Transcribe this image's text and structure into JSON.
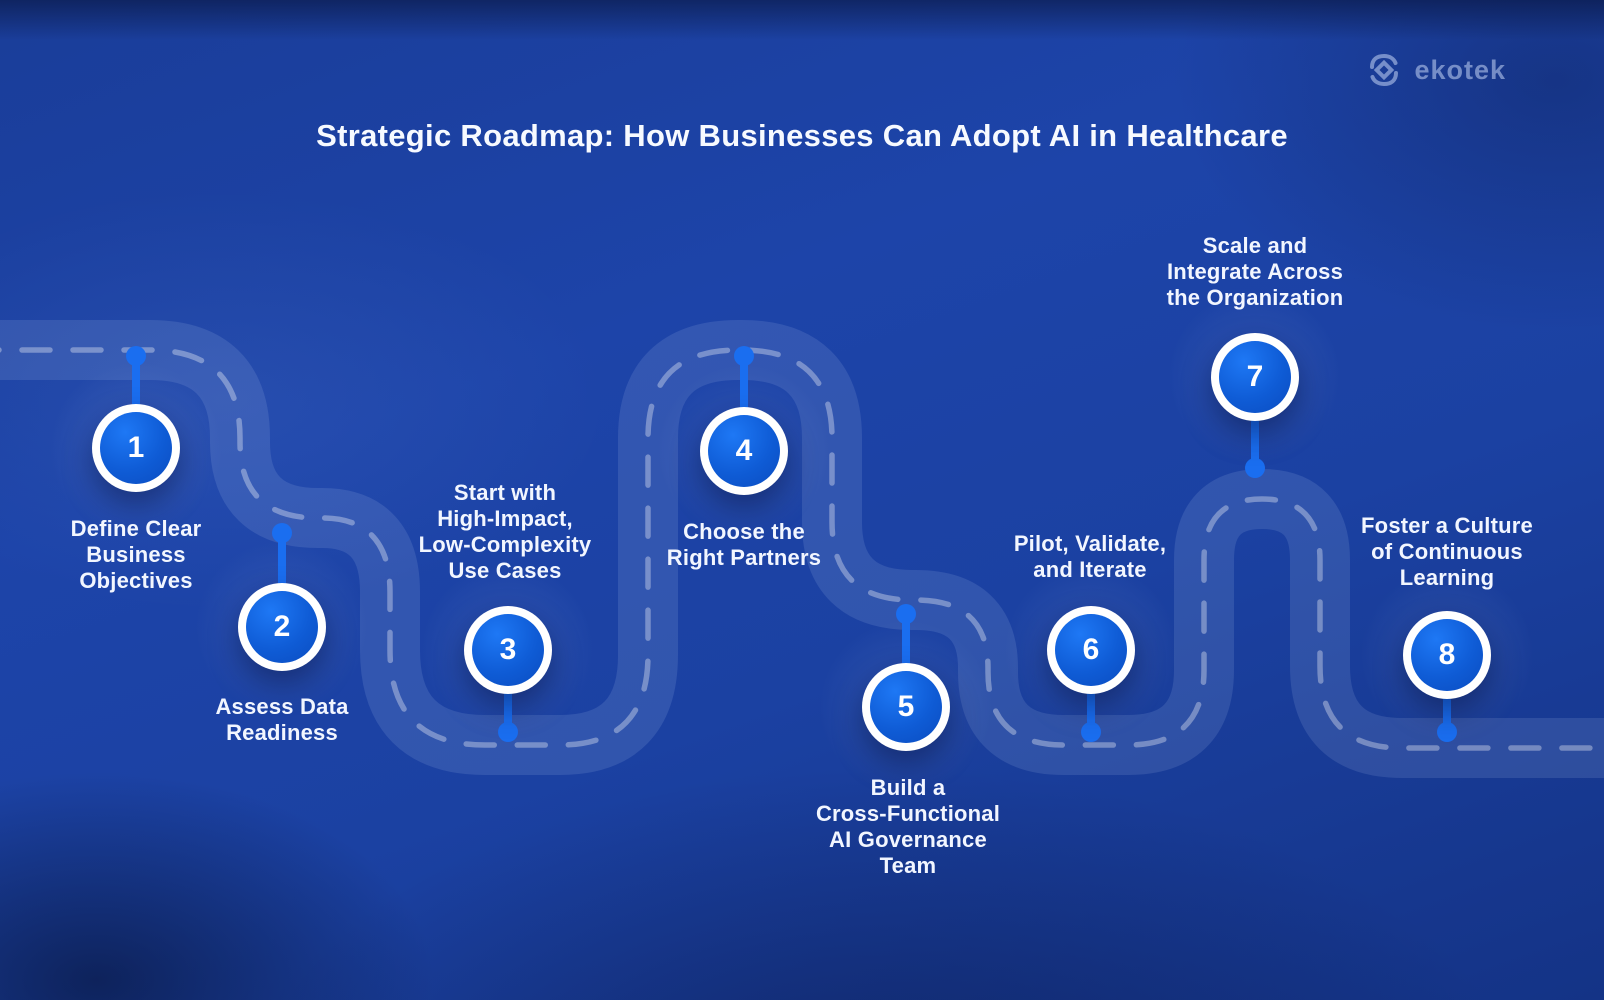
{
  "header": {
    "title": "Strategic Roadmap: How Businesses Can Adopt AI in Healthcare"
  },
  "brand": {
    "name": "ekotek"
  },
  "colors": {
    "background": "#1d44a9",
    "road": "#2b55b2",
    "road_dash": "#a9bce4",
    "accent_stem": "#1a6ef0",
    "marker_fill": "#0f5cd6",
    "marker_ring": "#ffffff",
    "text": "#ffffff"
  },
  "steps": [
    {
      "number": "1",
      "label": "Define Clear\nBusiness\nObjectives"
    },
    {
      "number": "2",
      "label": "Assess Data\nReadiness"
    },
    {
      "number": "3",
      "label": "Start with\nHigh-Impact,\nLow-Complexity\nUse Cases"
    },
    {
      "number": "4",
      "label": "Choose the\nRight Partners"
    },
    {
      "number": "5",
      "label": "Build a\nCross-Functional\nAI Governance\nTeam"
    },
    {
      "number": "6",
      "label": "Pilot, Validate,\nand Iterate"
    },
    {
      "number": "7",
      "label": "Scale and\nIntegrate Across\nthe Organization"
    },
    {
      "number": "8",
      "label": "Foster a Culture\nof Continuous\nLearning"
    }
  ]
}
